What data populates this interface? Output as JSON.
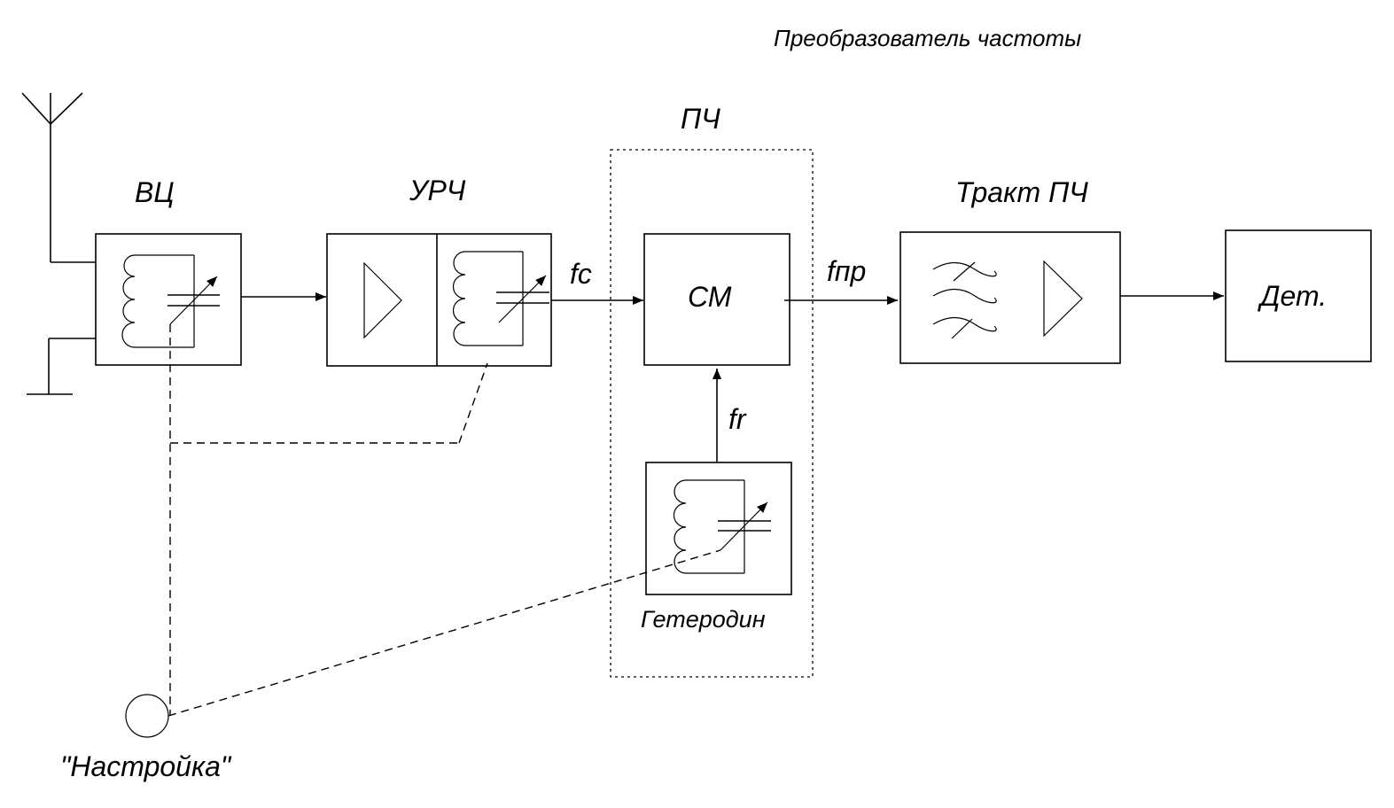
{
  "diagram": {
    "title": "Преобразователь частоты",
    "blocks": {
      "input_circuit": {
        "label": "ВЦ"
      },
      "rf_amplifier": {
        "label": "УРЧ"
      },
      "frequency_converter": {
        "label": "ПЧ"
      },
      "mixer": {
        "label": "СМ"
      },
      "local_oscillator": {
        "label": "Гетеродин"
      },
      "if_path": {
        "label": "Тракт ПЧ"
      },
      "detector": {
        "label": "Дет."
      }
    },
    "signals": {
      "signal_frequency": "fc",
      "heterodyne_frequency": "fr",
      "intermediate_frequency": "fпр"
    },
    "tuning_knob": {
      "label": "\"Настройка\""
    }
  }
}
